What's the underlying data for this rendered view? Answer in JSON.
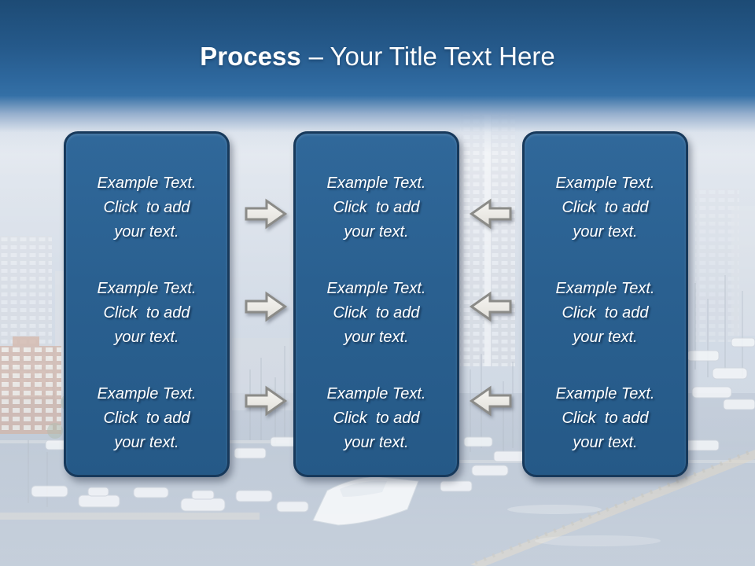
{
  "slide": {
    "title": {
      "bold_part": "Process",
      "regular_part": "– Your Title Text Here"
    },
    "columns": [
      {
        "name": "left",
        "blocks": [
          "Example Text.\nClick  to add\nyour text.",
          "Example Text.\nClick  to add\nyour text.",
          "Example Text.\nClick  to add\nyour text."
        ]
      },
      {
        "name": "middle",
        "blocks": [
          "Example Text.\nClick  to add\nyour text.",
          "Example Text.\nClick  to add\nyour text.",
          "Example Text.\nClick  to add\nyour text."
        ]
      },
      {
        "name": "right",
        "blocks": [
          "Example Text.\nClick  to add\nyour text.",
          "Example Text.\nClick  to add\nyour text.",
          "Example Text.\nClick  to add\nyour text."
        ]
      }
    ],
    "arrows": [
      {
        "row": 1,
        "from": "left",
        "to": "middle",
        "direction": "right"
      },
      {
        "row": 2,
        "from": "left",
        "to": "middle",
        "direction": "right"
      },
      {
        "row": 3,
        "from": "left",
        "to": "middle",
        "direction": "right"
      },
      {
        "row": 1,
        "from": "right",
        "to": "middle",
        "direction": "left"
      },
      {
        "row": 2,
        "from": "right",
        "to": "middle",
        "direction": "left"
      },
      {
        "row": 3,
        "from": "right",
        "to": "middle",
        "direction": "left"
      }
    ],
    "background": {
      "alt": "Faded aerial photo of a marina with white boats, piers and city towers"
    },
    "colors": {
      "header_top": "#1d4b75",
      "header_mid": "#2e689e",
      "panel_fill": "#2a6090",
      "panel_border": "#17395b",
      "panel_text": "#ffffff",
      "title_text": "#ffffff",
      "arrow_fill": "#f2f1ed",
      "arrow_stroke": "#8b8b88"
    }
  }
}
